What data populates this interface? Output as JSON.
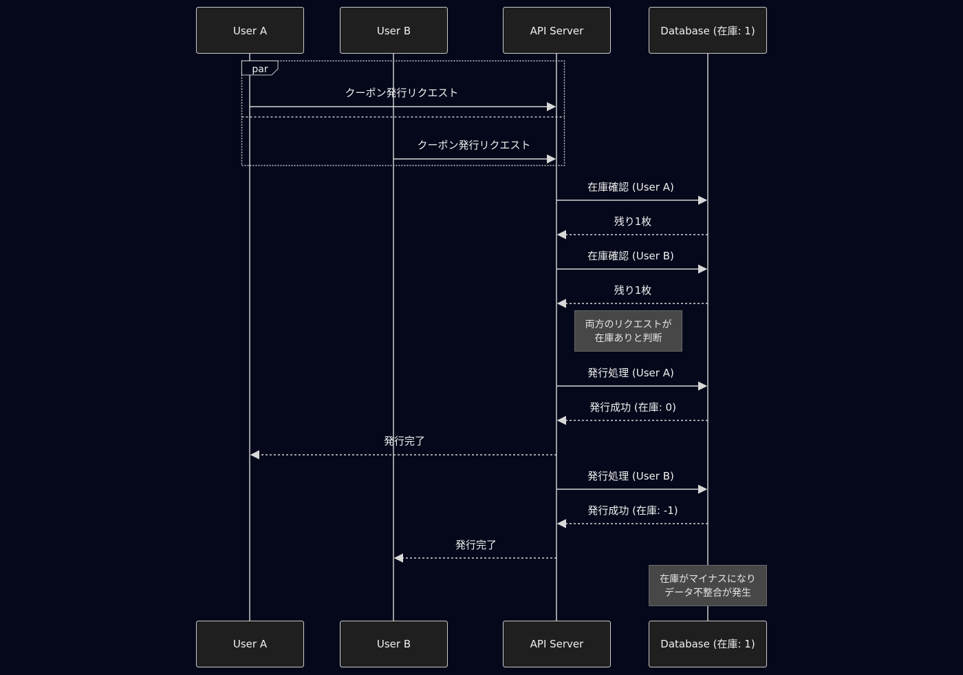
{
  "participants": [
    {
      "id": "userA",
      "label": "User A"
    },
    {
      "id": "userB",
      "label": "User B"
    },
    {
      "id": "api",
      "label": "API Server"
    },
    {
      "id": "db",
      "label": "Database (在庫: 1)"
    }
  ],
  "frame": {
    "type": "par",
    "label": "par"
  },
  "messages": [
    {
      "from": "userA",
      "to": "api",
      "label": "クーポン発行リクエスト",
      "style": "solid"
    },
    {
      "from": "userB",
      "to": "api",
      "label": "クーポン発行リクエスト",
      "style": "solid"
    },
    {
      "from": "api",
      "to": "db",
      "label": "在庫確認 (User A)",
      "style": "solid"
    },
    {
      "from": "db",
      "to": "api",
      "label": "残り1枚",
      "style": "dashed"
    },
    {
      "from": "api",
      "to": "db",
      "label": "在庫確認 (User B)",
      "style": "solid"
    },
    {
      "from": "db",
      "to": "api",
      "label": "残り1枚",
      "style": "dashed"
    },
    {
      "from": "api",
      "to": "db",
      "label": "発行処理 (User A)",
      "style": "solid"
    },
    {
      "from": "db",
      "to": "api",
      "label": "発行成功 (在庫: 0)",
      "style": "dashed"
    },
    {
      "from": "api",
      "to": "userA",
      "label": "発行完了",
      "style": "dashed"
    },
    {
      "from": "api",
      "to": "db",
      "label": "発行処理 (User B)",
      "style": "solid"
    },
    {
      "from": "db",
      "to": "api",
      "label": "発行成功 (在庫: -1)",
      "style": "dashed"
    },
    {
      "from": "api",
      "to": "userB",
      "label": "発行完了",
      "style": "dashed"
    }
  ],
  "notes": [
    {
      "over": "api",
      "lines": [
        "両方のリクエストが",
        "在庫ありと判断"
      ]
    },
    {
      "over": "db",
      "lines": [
        "在庫がマイナスになり",
        "データ不整合が発生"
      ]
    }
  ],
  "colors": {
    "background": "#04081a",
    "actor_fill": "#1f1f1f",
    "line": "#cccccc",
    "text": "#f0f0f0",
    "note_fill": "#474747"
  }
}
